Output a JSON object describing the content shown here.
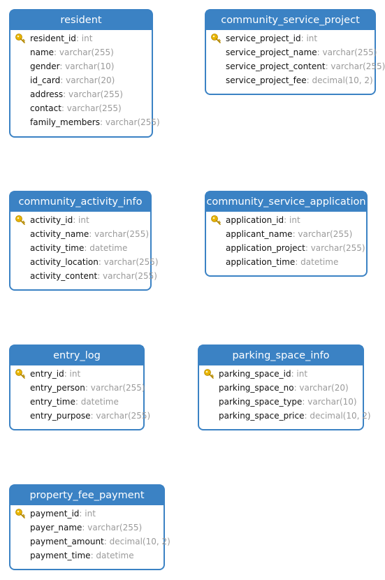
{
  "tables": [
    {
      "id": "resident",
      "title": "resident",
      "fields": [
        {
          "name": "resident_id",
          "type": ": int",
          "pk": true
        },
        {
          "name": "name",
          "type": ": varchar(255)"
        },
        {
          "name": "gender",
          "type": ": varchar(10)"
        },
        {
          "name": "id_card",
          "type": ": varchar(20)"
        },
        {
          "name": "address",
          "type": ": varchar(255)"
        },
        {
          "name": "contact",
          "type": ": varchar(255)"
        },
        {
          "name": "family_members",
          "type": ": varchar(255)"
        }
      ]
    },
    {
      "id": "community_service_project",
      "title": "community_service_project",
      "fields": [
        {
          "name": "service_project_id",
          "type": ": int",
          "pk": true
        },
        {
          "name": "service_project_name",
          "type": ": varchar(255)"
        },
        {
          "name": "service_project_content",
          "type": ": varchar(255)"
        },
        {
          "name": "service_project_fee",
          "type": ": decimal(10, 2)"
        }
      ]
    },
    {
      "id": "community_activity_info",
      "title": "community_activity_info",
      "fields": [
        {
          "name": "activity_id",
          "type": ": int",
          "pk": true
        },
        {
          "name": "activity_name",
          "type": ": varchar(255)"
        },
        {
          "name": "activity_time",
          "type": ": datetime"
        },
        {
          "name": "activity_location",
          "type": ": varchar(255)"
        },
        {
          "name": "activity_content",
          "type": ": varchar(255)"
        }
      ]
    },
    {
      "id": "community_service_application",
      "title": "community_service_application",
      "fields": [
        {
          "name": "application_id",
          "type": ": int",
          "pk": true
        },
        {
          "name": "applicant_name",
          "type": ": varchar(255)"
        },
        {
          "name": "application_project",
          "type": ": varchar(255)"
        },
        {
          "name": "application_time",
          "type": ": datetime"
        }
      ]
    },
    {
      "id": "entry_log",
      "title": "entry_log",
      "fields": [
        {
          "name": "entry_id",
          "type": ": int",
          "pk": true
        },
        {
          "name": "entry_person",
          "type": ": varchar(255)"
        },
        {
          "name": "entry_time",
          "type": ": datetime"
        },
        {
          "name": "entry_purpose",
          "type": ": varchar(255)"
        }
      ]
    },
    {
      "id": "parking_space_info",
      "title": "parking_space_info",
      "fields": [
        {
          "name": "parking_space_id",
          "type": ": int",
          "pk": true
        },
        {
          "name": "parking_space_no",
          "type": ": varchar(20)"
        },
        {
          "name": "parking_space_type",
          "type": ": varchar(10)"
        },
        {
          "name": "parking_space_price",
          "type": ": decimal(10, 2)"
        }
      ]
    },
    {
      "id": "property_fee_payment",
      "title": "property_fee_payment",
      "fields": [
        {
          "name": "payment_id",
          "type": ": int",
          "pk": true
        },
        {
          "name": "payer_name",
          "type": ": varchar(255)"
        },
        {
          "name": "payment_amount",
          "type": ": decimal(10, 2)"
        },
        {
          "name": "payment_time",
          "type": ": datetime"
        }
      ]
    }
  ],
  "colors": {
    "header": "#3b82c4",
    "type_text": "#9a9a9a",
    "key_icon": "#e8b400"
  },
  "icons": {
    "primary_key": "key-icon"
  }
}
